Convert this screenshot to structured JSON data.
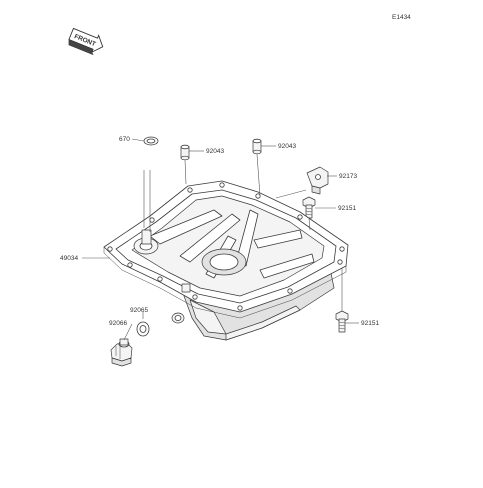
{
  "diagram": {
    "code": "E1434",
    "front_label": "FRONT",
    "parts": {
      "p670": "670",
      "p92043a": "92043",
      "p92043b": "92043",
      "p92173": "92173",
      "p92151a": "92151",
      "p49034": "49034",
      "p92065": "92065",
      "p92066": "92066",
      "p92151b": "92151"
    }
  }
}
